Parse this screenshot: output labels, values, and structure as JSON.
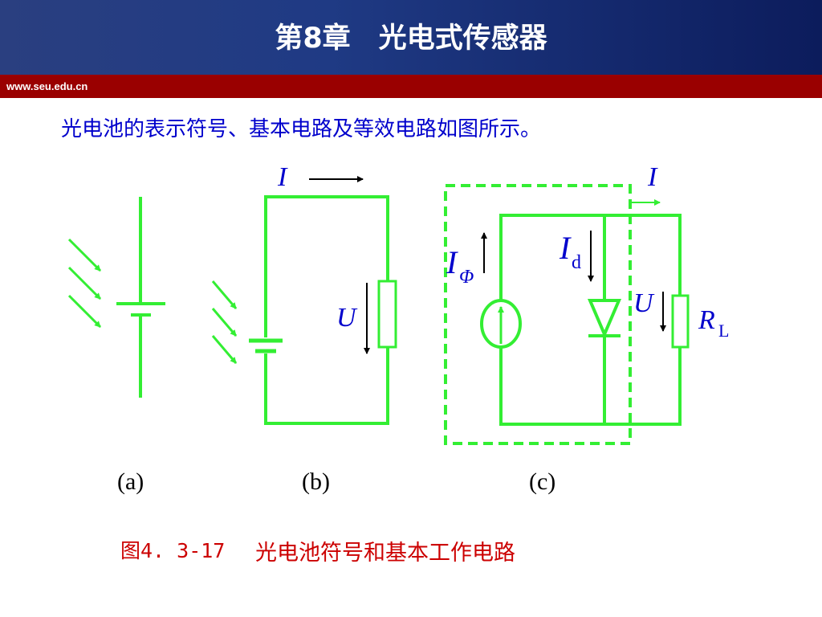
{
  "header": {
    "title": "第8章　光电式传感器",
    "url": "www.seu.edu.cn"
  },
  "intro": "光电池的表示符号、基本电路及等效电路如图所示。",
  "diagram": {
    "labels": {
      "I_b": "I",
      "U_b": "U",
      "I_c": "I",
      "I_phi": "I",
      "phi": "Φ",
      "I_d": "I",
      "d": "d",
      "U_c": "U",
      "R": "R",
      "L": "L"
    },
    "sublabels": {
      "a": "(a)",
      "b": "(b)",
      "c": "(c)"
    },
    "colors": {
      "wire": "#33ee33",
      "text": "#0000cc",
      "caption": "#cc0000"
    }
  },
  "caption": {
    "number": "图4. 3-17",
    "text": "光电池符号和基本工作电路"
  }
}
